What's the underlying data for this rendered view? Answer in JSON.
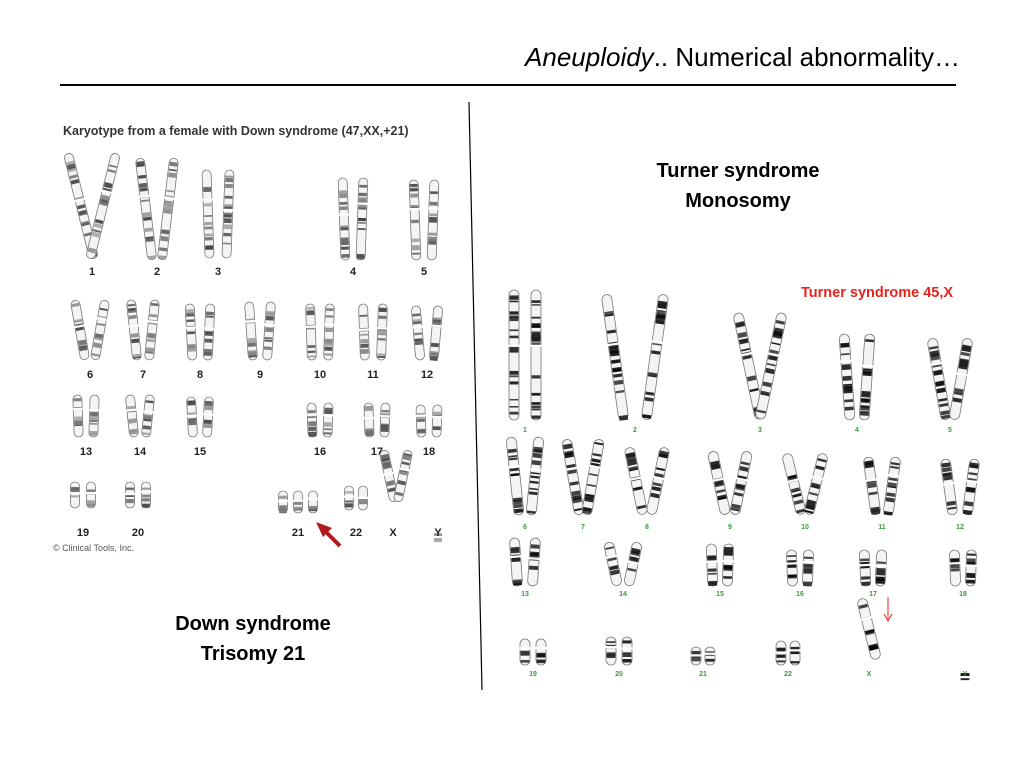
{
  "slide": {
    "title_italic": "Aneuploidy",
    "title_rest": ".. Numerical abnormality…"
  },
  "down": {
    "figure_title": "Karyotype from a female with Down syndrome (47,XX,+21)",
    "copyright": "© Clinical Tools, Inc.",
    "caption_line1": "Down syndrome",
    "caption_line2": "Trisomy 21",
    "pair_labels": [
      "1",
      "2",
      "3",
      "4",
      "5",
      "6",
      "7",
      "8",
      "9",
      "10",
      "11",
      "12",
      "13",
      "14",
      "15",
      "16",
      "17",
      "18",
      "19",
      "20",
      "21",
      "22",
      "X",
      "Y"
    ],
    "label_color": "#222222",
    "arrow_color": "#b01c1c"
  },
  "turner": {
    "figure_title": "Turner syndrome 45,X",
    "caption_line1": "Turner syndrome",
    "caption_line2": "Monosomy",
    "pair_labels": [
      "1",
      "2",
      "3",
      "4",
      "5",
      "6",
      "7",
      "8",
      "9",
      "10",
      "11",
      "12",
      "13",
      "14",
      "15",
      "16",
      "17",
      "18",
      "19",
      "20",
      "21",
      "22",
      "X",
      "Y"
    ],
    "label_color": "#3a9a3a",
    "title_color": "#e8231e",
    "arrow_color": "#e8231e"
  }
}
